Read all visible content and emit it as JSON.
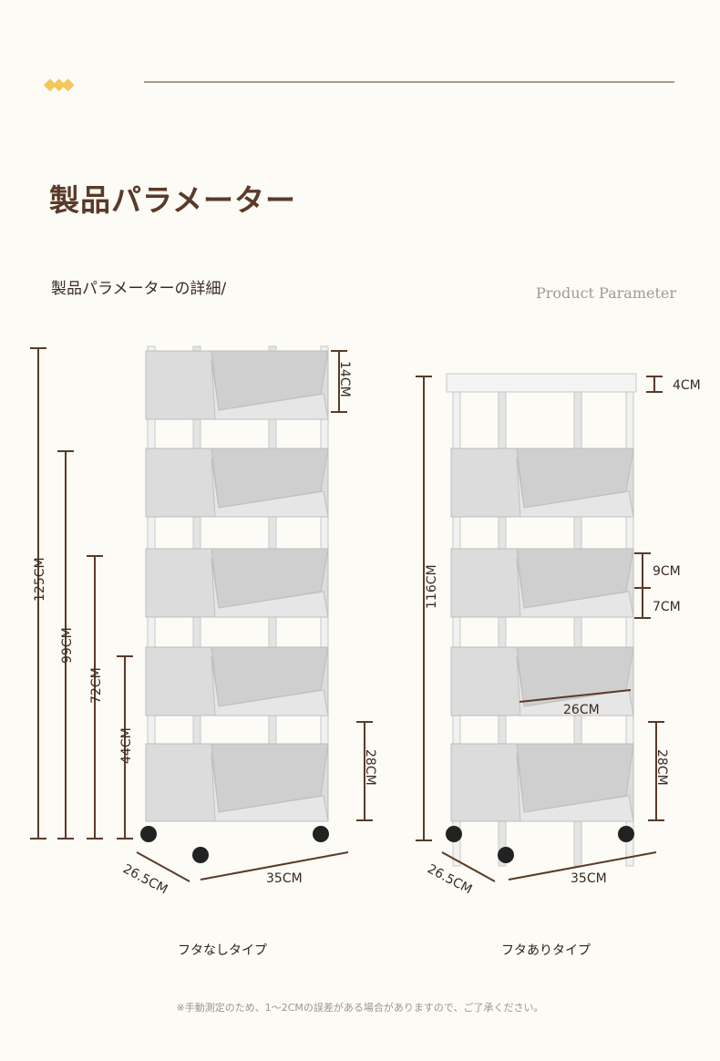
{
  "header": {
    "title": "製品パラメーター",
    "subtitle": "製品パラメーターの詳細/",
    "english": "Product Parameter",
    "ornament": "diamond-ornament"
  },
  "left_cart": {
    "caption": "フタなしタイプ",
    "dims": {
      "total": "125CM",
      "h99": "99CM",
      "h72": "72CM",
      "h44": "44CM",
      "basket_top": "14CM",
      "basket_bottom": "28CM",
      "depth": "26.5CM",
      "width": "35CM"
    }
  },
  "right_cart": {
    "caption": "フタありタイプ",
    "dims": {
      "total": "116CM",
      "lid": "4CM",
      "front": "9CM",
      "back": "7CM",
      "inner": "26CM",
      "basket_bottom": "28CM",
      "depth": "26.5CM",
      "width": "35CM"
    }
  },
  "note": "※手動測定のため、1〜2CMの誤差がある場合がありますので、ご了承ください。",
  "colors": {
    "background": "#fcfbf6",
    "title": "#5a3a28",
    "dimension": "#5a3a28",
    "cart": "#d9d9d9",
    "accent": "#f2c65a"
  }
}
